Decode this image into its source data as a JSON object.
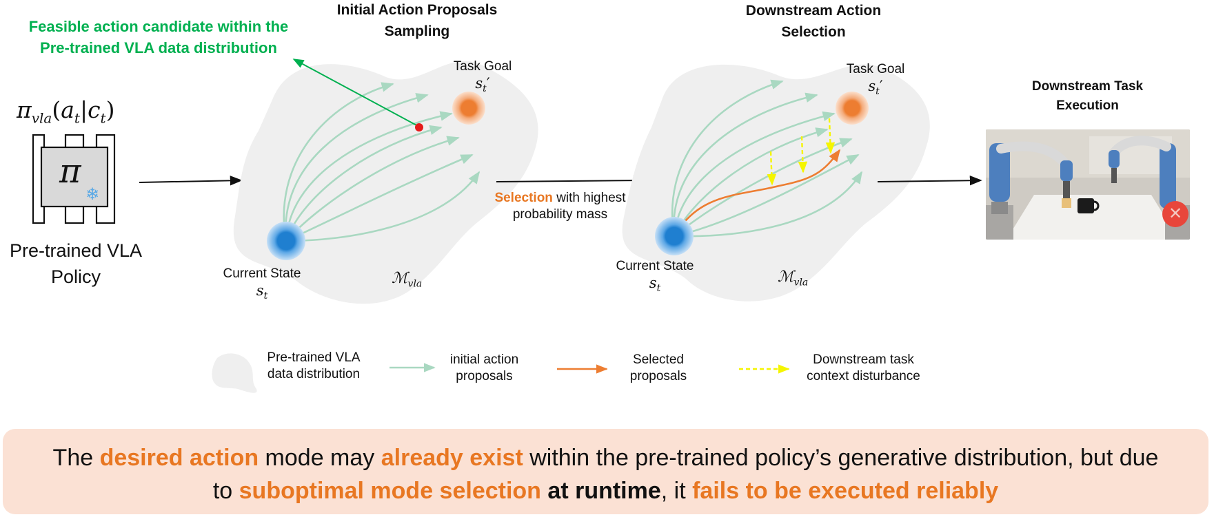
{
  "left": {
    "formula": {
      "pi": "π",
      "sub": "vla",
      "a": "a",
      "a_sub": "t",
      "c": "c",
      "c_sub": "t"
    },
    "chip_glyph": "π",
    "snowflake": "❄",
    "label_line1": "Pre-trained VLA",
    "label_line2": "Policy"
  },
  "panel1": {
    "title_line1": "Initial Action Proposals",
    "title_line2": "Sampling",
    "annotation_line1": "Feasible action candidate within the",
    "annotation_line2": "Pre-trained VLA data distribution",
    "goal_label": "Task Goal",
    "goal_symbol": "s",
    "goal_sub": "t",
    "goal_prime": "′",
    "state_label": "Current State",
    "state_symbol": "s",
    "state_sub": "t",
    "manifold": "ℳ",
    "manifold_sub": "vla"
  },
  "middle": {
    "selection_word": "Selection",
    "selection_rest": " with highest",
    "selection_line2": "probability mass"
  },
  "panel2": {
    "title_line1": "Downstream Action",
    "title_line2": "Selection",
    "goal_label": "Task Goal",
    "goal_symbol": "s",
    "goal_sub": "t",
    "goal_prime": "′",
    "state_label": "Current State",
    "state_symbol": "s",
    "state_sub": "t",
    "manifold": "ℳ",
    "manifold_sub": "vla"
  },
  "right": {
    "title_line1": "Downstream Task",
    "title_line2": "Execution",
    "fail_icon": "✕"
  },
  "legend": {
    "dist_line1": "Pre-trained VLA",
    "dist_line2": "data distribution",
    "initial_line1": "initial action",
    "initial_line2": "proposals",
    "selected_line1": "Selected",
    "selected_line2": "proposals",
    "disturb_line1": "Downstream task",
    "disturb_line2": "context disturbance"
  },
  "banner": {
    "s1": "The ",
    "s2": "desired action",
    "s3": " mode may ",
    "s4": "already exist",
    "s5": " within the pre-trained policy’s generative distribution, but due",
    "s6": "to ",
    "s7": "suboptimal mode selection",
    "s8": " ",
    "s9": "at runtime",
    "s10": ", it ",
    "s11": "fails to be executed reliably"
  },
  "colors": {
    "blob": "#efefef",
    "proposal": "#a9d8c1",
    "selected": "#ed7d31",
    "disturbance": "#f5f500",
    "state": "#1f7fd0",
    "goal": "#ed7d31",
    "annotation": "#00b050",
    "banner_bg": "#fbe1d4"
  }
}
